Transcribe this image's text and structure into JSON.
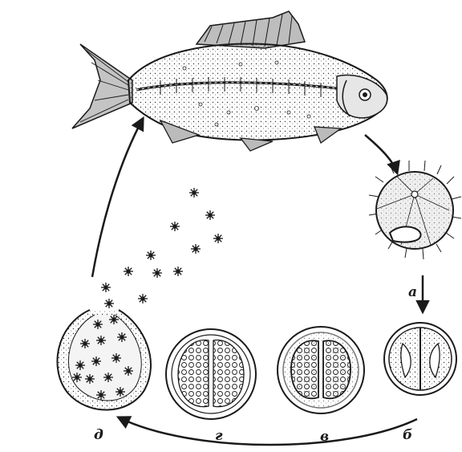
{
  "labels": {
    "a": "а",
    "b": "б",
    "v": "в",
    "g": "г",
    "d": "д"
  },
  "colors": {
    "ink": "#1a1a1a",
    "fish_fill": "#d9d9d9",
    "paper": "#ffffff",
    "bleed_text": "#c9c9c9"
  },
  "stages": [
    {
      "key": "a",
      "label": "а",
      "icon": "ciliated-theront"
    },
    {
      "key": "b",
      "label": "б",
      "icon": "two-cell-cyst"
    },
    {
      "key": "v",
      "label": "в",
      "icon": "dividing-cyst"
    },
    {
      "key": "g",
      "label": "г",
      "icon": "multicell-cyst"
    },
    {
      "key": "d",
      "label": "д",
      "icon": "bursting-cyst"
    }
  ],
  "host_icon": "carp-fish"
}
